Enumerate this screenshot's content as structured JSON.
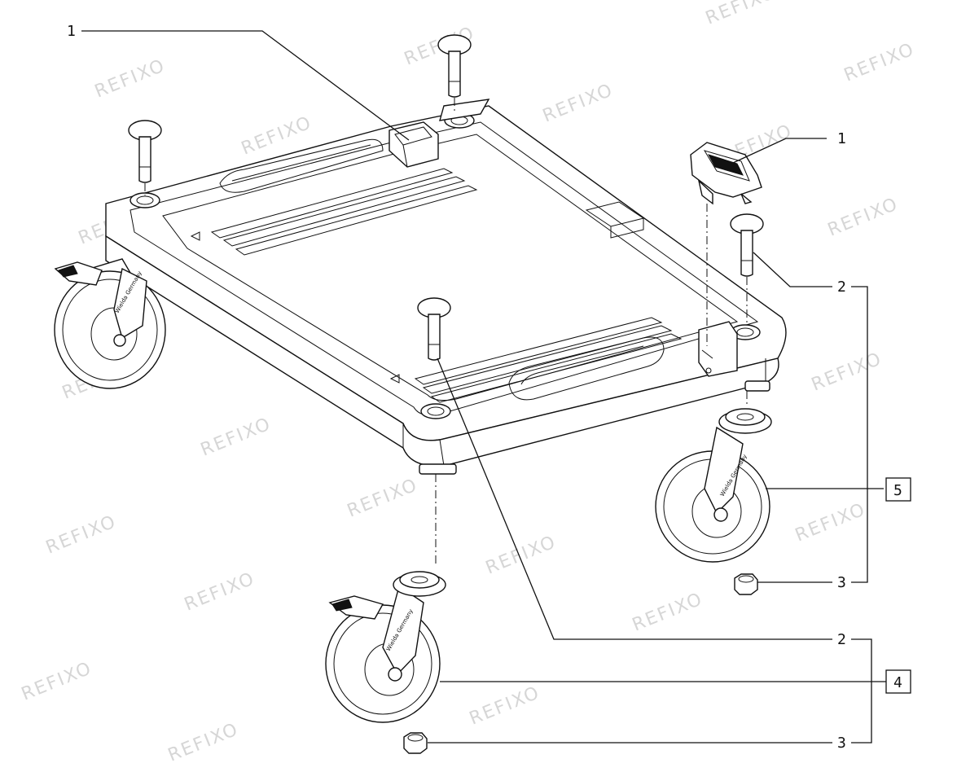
{
  "callouts": [
    {
      "id": "c1a",
      "label": "1",
      "boxed": false
    },
    {
      "id": "c1b",
      "label": "1",
      "boxed": false
    },
    {
      "id": "c2a",
      "label": "2",
      "boxed": false
    },
    {
      "id": "c2b",
      "label": "2",
      "boxed": false
    },
    {
      "id": "c3a",
      "label": "3",
      "boxed": false
    },
    {
      "id": "c3b",
      "label": "3",
      "boxed": false
    },
    {
      "id": "c4",
      "label": "4",
      "boxed": true
    },
    {
      "id": "c5",
      "label": "5",
      "boxed": true
    }
  ],
  "watermark": "REFIXO",
  "wheel_text": {
    "line1": "Wielda Germany",
    "line2": "Wielda Germany"
  }
}
